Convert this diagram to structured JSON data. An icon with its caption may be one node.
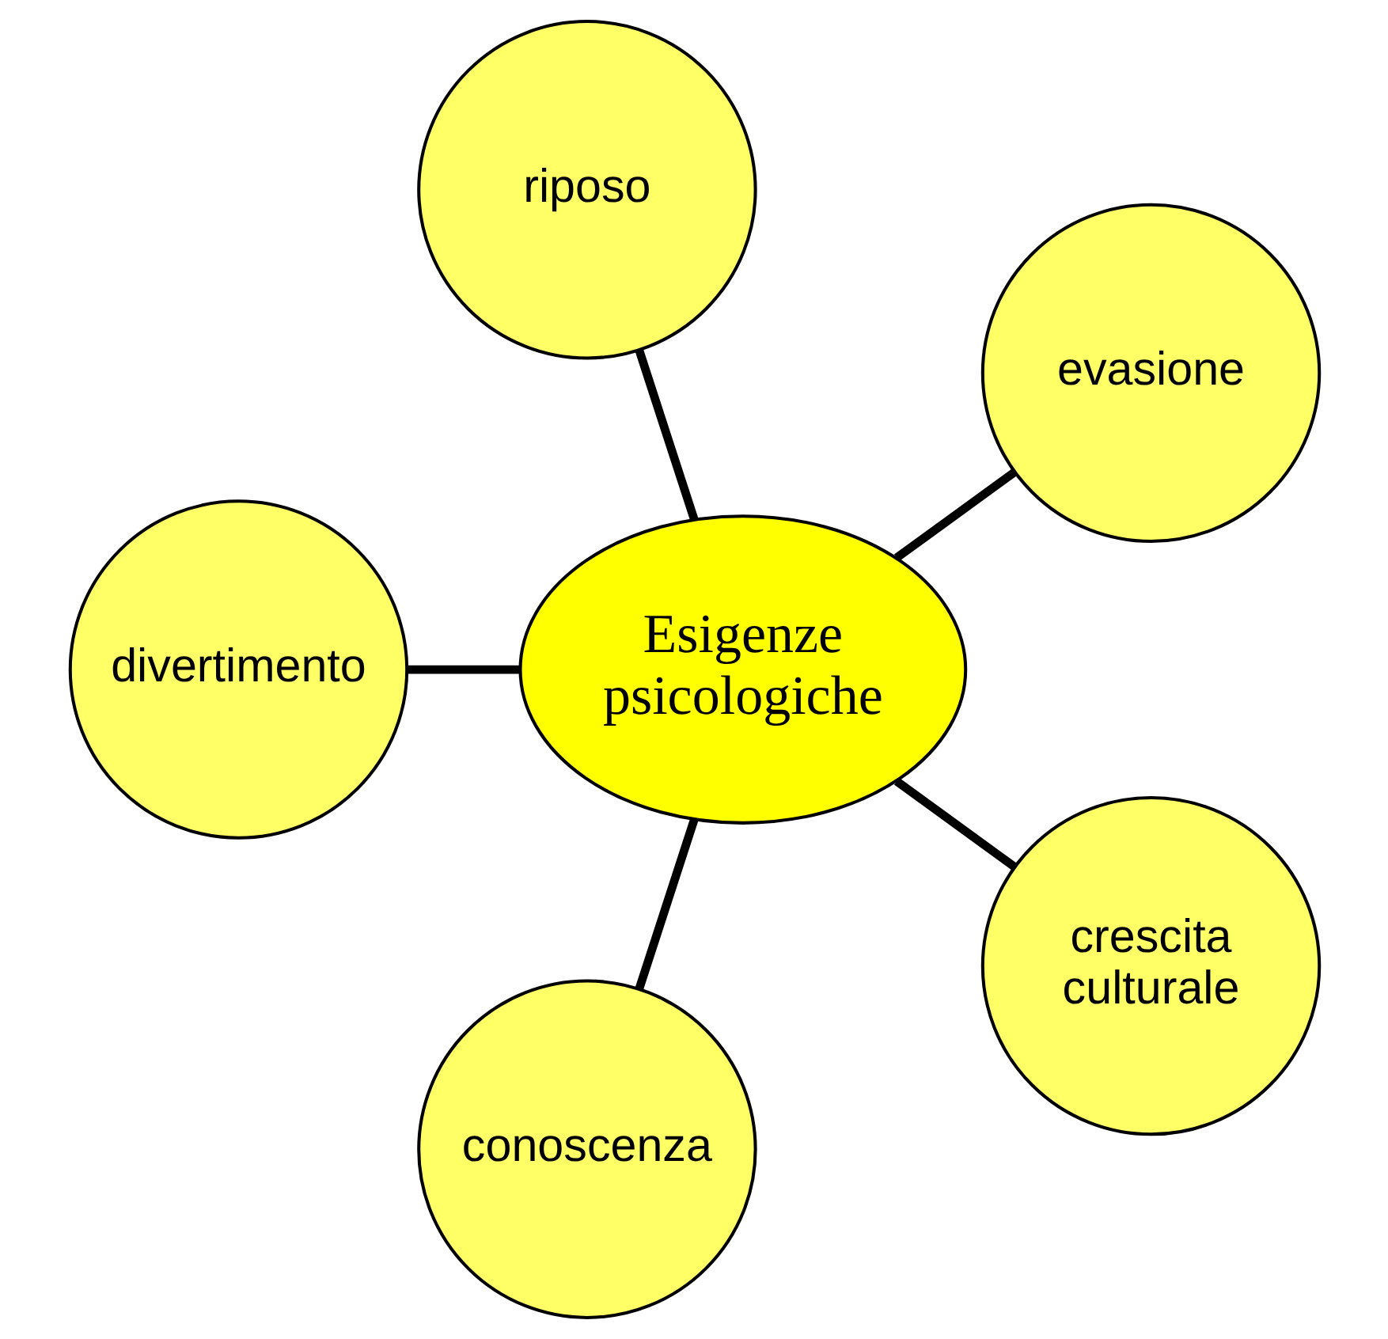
{
  "diagram": {
    "nodes": [
      {
        "text": [
          "evasione"
        ]
      },
      {
        "text": [
          "riposo"
        ]
      },
      {
        "text": [
          "divertimento"
        ]
      },
      {
        "text": [
          "Esigenze psicologiche"
        ]
      },
      {
        "text": [
          "conoscenza"
        ]
      },
      {
        "text": [
          "crescita culturale"
        ]
      }
    ],
    "edges": [
      {
        "from": 3,
        "to": 0,
        "arrow": "none"
      },
      {
        "from": 3,
        "to": 1,
        "arrow": "none"
      },
      {
        "from": 3,
        "to": 2,
        "arrow": "none"
      },
      {
        "from": 3,
        "to": 4,
        "arrow": "none"
      },
      {
        "from": 3,
        "to": 5,
        "arrow": "none"
      }
    ]
  }
}
